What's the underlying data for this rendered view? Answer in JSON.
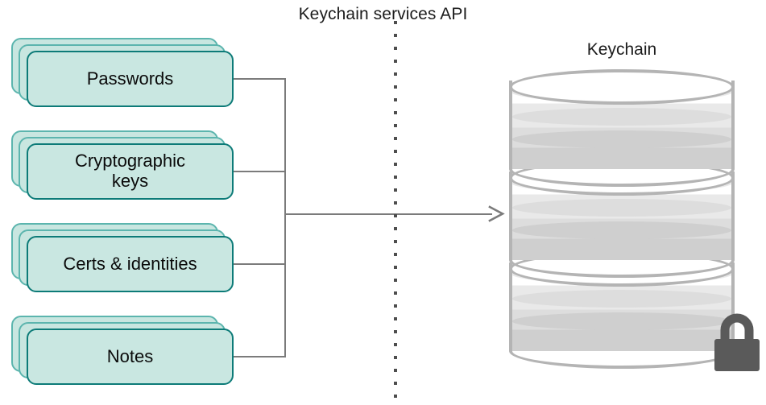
{
  "diagram": {
    "title_api": "Keychain services API",
    "title_keychain": "Keychain",
    "items": [
      {
        "label": "Passwords",
        "name": "passwords"
      },
      {
        "label": "Cryptographic\nkeys",
        "name": "cryptographic-keys"
      },
      {
        "label": "Certs & identities",
        "name": "certs-and-identities"
      },
      {
        "label": "Notes",
        "name": "notes"
      }
    ],
    "icons": {
      "lock": "lock-icon",
      "arrow": "arrow-right-icon",
      "database": "database-cylinder-icon",
      "divider": "dotted-divider"
    },
    "colors": {
      "card_fill": "#c9e7e1",
      "card_border_front": "#0d7b78",
      "card_border_back": "#5cb5ae",
      "connector": "#7b7b7b",
      "cylinder_outline": "#b4b4b4",
      "lock": "#5a5a5a",
      "text": "#0a0a0a",
      "divider": "#4d4d4d"
    }
  }
}
